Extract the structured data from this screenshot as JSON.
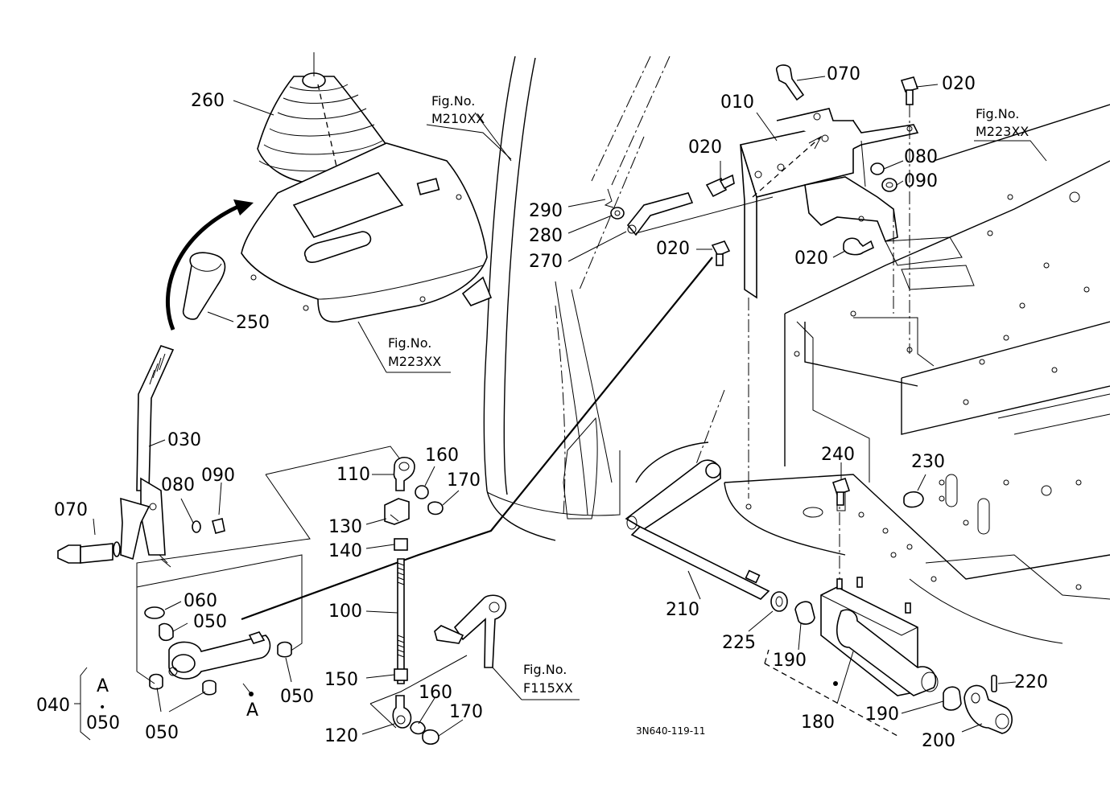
{
  "labels": {
    "p260": "260",
    "p250": "250",
    "p030": "030",
    "p070_left": "070",
    "p080_left": "080",
    "p090_left": "090",
    "p060": "060",
    "p050_a": "050",
    "p050_b": "050",
    "p050_c": "050",
    "p050_d": "050",
    "p040": "040",
    "letter_a1": "A",
    "letter_a2": "A",
    "dot": "•",
    "p110": "110",
    "p160_top": "160",
    "p170_top": "170",
    "p130": "130",
    "p140": "140",
    "p100": "100",
    "p150": "150",
    "p120": "120",
    "p160_bot": "160",
    "p170_bot": "170",
    "p290": "290",
    "p280": "280",
    "p270": "270",
    "p010": "010",
    "p070_top": "070",
    "p020_top": "020",
    "p020_left": "020",
    "p020_mid": "020",
    "p020_right": "020",
    "p080_right": "080",
    "p090_right": "090",
    "p210": "210",
    "p225": "225",
    "p190_left": "190",
    "p190_right": "190",
    "p180": "180",
    "p200": "200",
    "p220": "220",
    "p240": "240",
    "p230": "230"
  },
  "figure_refs": {
    "m210_line1": "Fig.No.",
    "m210_line2": "M210XX",
    "m223a_line1": "Fig.No.",
    "m223a_line2": "M223XX",
    "m223b_line1": "Fig.No.",
    "m223b_line2": "M223XX",
    "f115_line1": "Fig.No.",
    "f115_line2": "F115XX"
  },
  "drawing_code": "3N640-119-11"
}
